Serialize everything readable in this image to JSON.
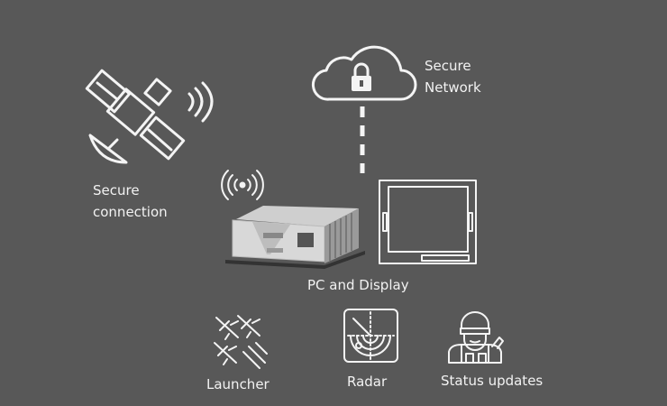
{
  "labels": {
    "secure_connection_line1": "Secure",
    "secure_connection_line2": "connection",
    "secure_network_line1": "Secure",
    "secure_network_line2": "Network",
    "pc_and_display": "PC and Display",
    "launcher": "Launcher",
    "radar": "Radar",
    "status_updates": "Status updates"
  },
  "colors": {
    "background": "#585858",
    "foreground": "#f4f4f4"
  },
  "icons": [
    "satellite-icon",
    "signal-waves-icon",
    "cloud-lock-icon",
    "wifi-icon",
    "rugged-pc-icon",
    "monitor-icon",
    "jets-icon",
    "radar-icon",
    "soldier-icon"
  ]
}
